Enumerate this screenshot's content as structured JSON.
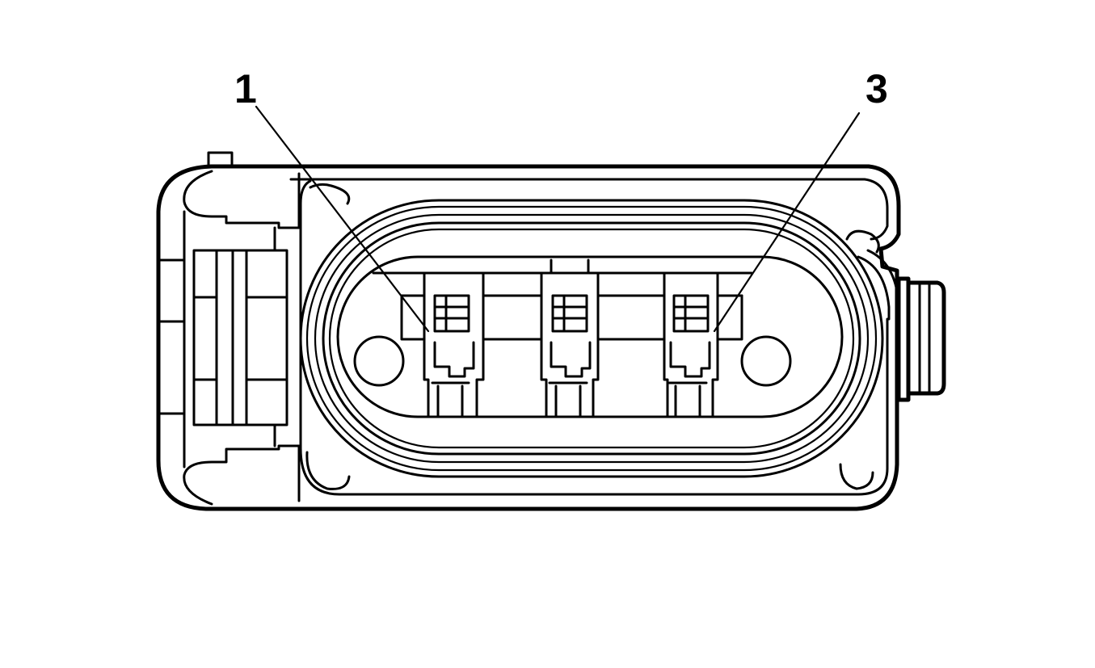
{
  "callouts": [
    {
      "id": "1",
      "label": "1"
    },
    {
      "id": "3",
      "label": "3"
    }
  ],
  "colors": {
    "line": "#000000",
    "background": "#ffffff"
  }
}
